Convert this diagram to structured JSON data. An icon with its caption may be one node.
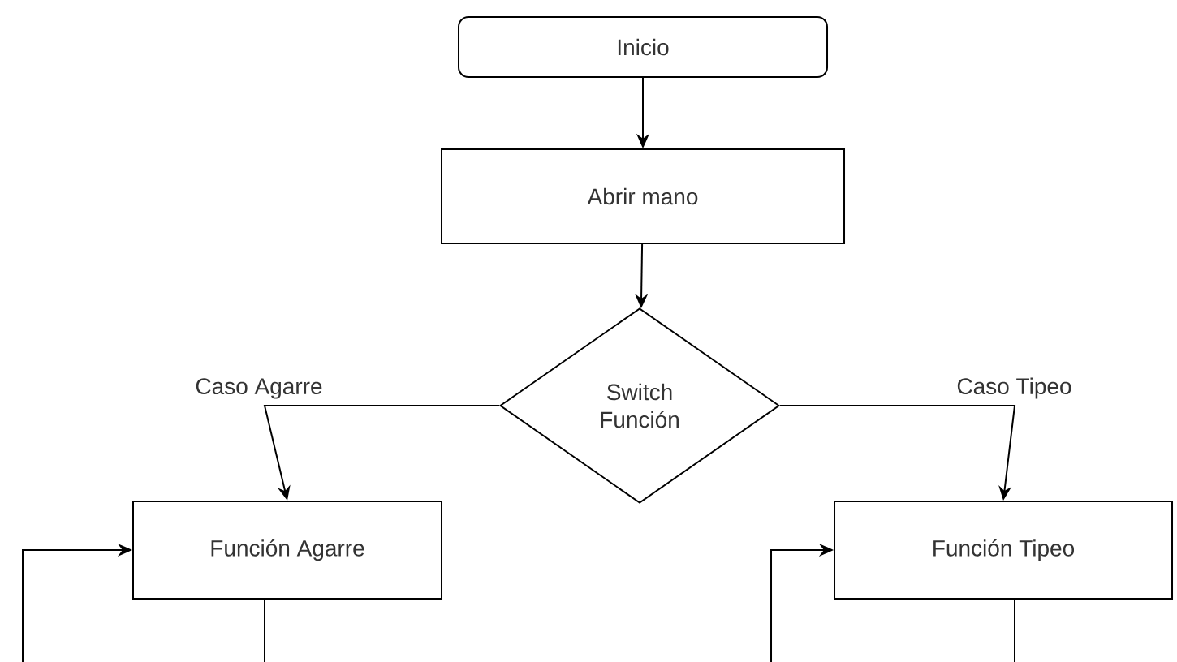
{
  "diagram": {
    "nodes": [
      {
        "text": [
          "Inicio"
        ]
      },
      {
        "text": [
          "Abrir mano"
        ]
      },
      {
        "text": [
          "Switch Función"
        ]
      },
      {
        "text": [
          "Función Agarre"
        ]
      },
      {
        "text": [
          "Función Tipeo"
        ]
      }
    ],
    "edges": [
      {
        "from": 0,
        "to": 1,
        "arrow": "to"
      },
      {
        "from": 1,
        "to": 2,
        "arrow": "to"
      },
      {
        "from": 2,
        "to": 3,
        "arrow": "to",
        "label": "Caso Agarre"
      },
      {
        "from": 2,
        "to": 4,
        "arrow": "to",
        "label": "Caso Tipeo"
      },
      {
        "from": 3,
        "to": null,
        "arrow": "none"
      },
      {
        "from": null,
        "to": 3,
        "arrow": "to"
      },
      {
        "from": 4,
        "to": null,
        "arrow": "none"
      },
      {
        "from": null,
        "to": 4,
        "arrow": "to"
      }
    ]
  }
}
